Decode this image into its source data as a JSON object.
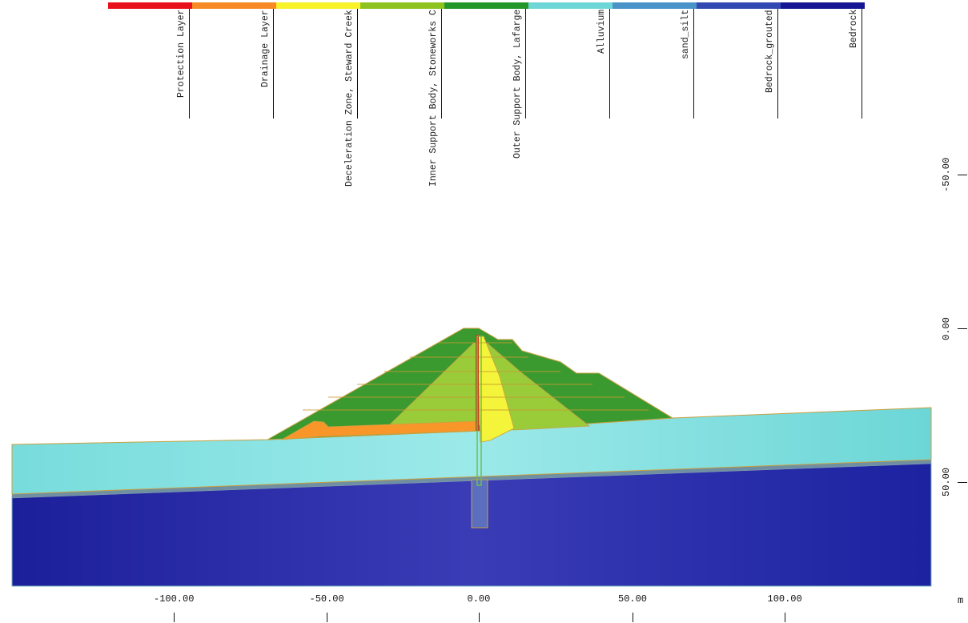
{
  "legend": {
    "items": [
      {
        "label": "Protection Layer",
        "color": "#e8101a"
      },
      {
        "label": "Drainage Layer",
        "color": "#f78a24"
      },
      {
        "label": "Deceleration Zone, Steward Creek",
        "color": "#f7f22a"
      },
      {
        "label": "Inner Support Body, Stoneworks C",
        "color": "#8ec31f"
      },
      {
        "label": "Outer Support Body, Lafarge",
        "color": "#23972a"
      },
      {
        "label": "Alluvium",
        "color": "#6fd6d8"
      },
      {
        "label": "sand_silt",
        "color": "#4a93c8"
      },
      {
        "label": "Bedrock_grouted",
        "color": "#3349b2"
      },
      {
        "label": "Bedrock",
        "color": "#141693"
      }
    ]
  },
  "axes": {
    "x_unit": "m",
    "x_ticks": [
      "-100.00",
      "-50.00",
      "0.00",
      "50.00",
      "100.00"
    ],
    "y_ticks": [
      "-50.00",
      "0.00",
      "50.00"
    ]
  },
  "colors": {
    "alluvium": "#8ee6e6",
    "bedrock": "#2a2fb0",
    "outer_support": "#3a9a30",
    "inner_support": "#9acc3a",
    "deceleration": "#f4f43a",
    "drainage": "#f8962a",
    "sand_silt": "#6a8aa6",
    "grout": "#5a6ab8"
  }
}
